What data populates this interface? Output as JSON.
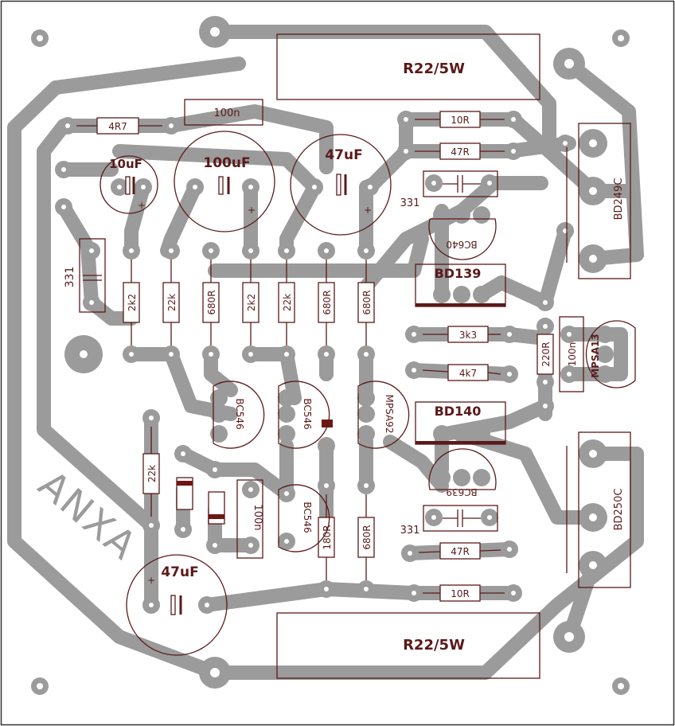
{
  "colors": {
    "copper": "#9b9b9b",
    "silk": "#5a1a1a",
    "band": "#6e1515",
    "pad_hole": "#ffffff",
    "background": "#ffffff"
  },
  "big_resistors": [
    {
      "id": "r22-top",
      "label": "R22/5W"
    },
    {
      "id": "r22-bottom",
      "label": "R22/5W"
    }
  ],
  "small_resistors": [
    {
      "id": "r-4r7",
      "label": "4R7"
    },
    {
      "id": "r-10r-top",
      "label": "10R"
    },
    {
      "id": "r-47r-top",
      "label": "47R"
    },
    {
      "id": "r-3k3",
      "label": "3k3"
    },
    {
      "id": "r-4k7",
      "label": "4k7"
    },
    {
      "id": "r-47r-bottom",
      "label": "47R"
    },
    {
      "id": "r-10r-bottom",
      "label": "10R"
    }
  ],
  "vertical_resistors": [
    {
      "id": "r-2k2-a",
      "label": "2k2"
    },
    {
      "id": "r-22k-a",
      "label": "22k"
    },
    {
      "id": "r-680r-a",
      "label": "680R"
    },
    {
      "id": "r-2k2-b",
      "label": "2k2"
    },
    {
      "id": "r-22k-b",
      "label": "22k"
    },
    {
      "id": "r-680r-b",
      "label": "680R"
    },
    {
      "id": "r-680r-c",
      "label": "680R"
    },
    {
      "id": "r-22k-c",
      "label": "22k"
    },
    {
      "id": "r-180r",
      "label": "180R"
    },
    {
      "id": "r-680r-d",
      "label": "680R"
    },
    {
      "id": "r-220r",
      "label": "220R"
    }
  ],
  "electrolytics": [
    {
      "id": "c-10uf",
      "label": "10uF"
    },
    {
      "id": "c-100uf",
      "label": "100uF"
    },
    {
      "id": "c-47uf-top",
      "label": "47uF"
    },
    {
      "id": "c-47uf-bottom",
      "label": "47uF"
    }
  ],
  "plus_sign": "+",
  "small_caps": [
    {
      "id": "c-100n-top",
      "label": "100n"
    },
    {
      "id": "c-331-left",
      "label": "331"
    },
    {
      "id": "c-331-top",
      "label": "331"
    },
    {
      "id": "c-100n-right",
      "label": "100n"
    },
    {
      "id": "c-100n-bottom",
      "label": "100n"
    },
    {
      "id": "c-331-bottom",
      "label": "331"
    }
  ],
  "transistors": [
    {
      "id": "q-bc640",
      "label": "BC640"
    },
    {
      "id": "q-bd139",
      "label": "BD139"
    },
    {
      "id": "q-mpsa13",
      "label": "MPSA13"
    },
    {
      "id": "q-bc546-a",
      "label": "BC546"
    },
    {
      "id": "q-bc546-b",
      "label": "BC546"
    },
    {
      "id": "q-mpsa92",
      "label": "MPSA92"
    },
    {
      "id": "q-bd140",
      "label": "BD140"
    },
    {
      "id": "q-bc546-c",
      "label": "BC546"
    },
    {
      "id": "q-bc639",
      "label": "BC639"
    },
    {
      "id": "q-bd249c",
      "label": "BD249C"
    },
    {
      "id": "q-bd250c",
      "label": "BD250C"
    }
  ],
  "board_logo": "ANXA"
}
